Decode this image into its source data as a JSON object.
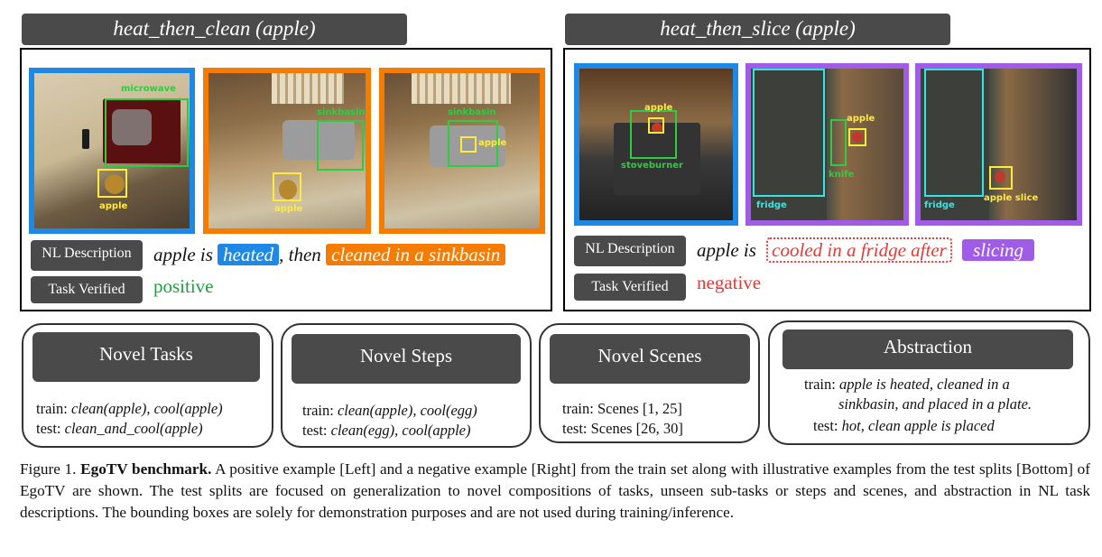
{
  "positive_example": {
    "title": "heat_then_clean (apple)",
    "box_labels": {
      "microwave": "microwave",
      "apple_1": "apple",
      "sinkbasin_1": "sinkbasin",
      "apple_2": "apple",
      "sinkbasin_2": "sinkbasin",
      "apple_3": "apple"
    },
    "nl_description_tag": "NL Description",
    "task_verified_tag": "Task Verified",
    "nl_prefix": "apple is",
    "nl_step1": "heated",
    "nl_connector": ", then",
    "nl_step2": "cleaned in a sinkbasin",
    "verdict": "positive"
  },
  "negative_example": {
    "title": "heat_then_slice (apple)",
    "box_labels": {
      "apple_1": "apple",
      "stoveburner": "stoveburner",
      "fridge_1": "fridge",
      "apple_2": "apple",
      "knife": "knife",
      "fridge_2": "fridge",
      "apple_slice": "apple slice"
    },
    "nl_description_tag": "NL Description",
    "task_verified_tag": "Task Verified",
    "nl_prefix": "apple is",
    "nl_step1": "cooled in a fridge after",
    "nl_step2": "slicing",
    "verdict": "negative"
  },
  "test_splits": [
    {
      "title": "Novel Tasks",
      "train_label": "train:",
      "train_value": "clean(apple), cool(apple)",
      "test_label": "test:",
      "test_value": "clean_and_cool(apple)"
    },
    {
      "title": "Novel Steps",
      "train_label": "train:",
      "train_value": "clean(apple), cool(egg)",
      "test_label": "test:",
      "test_value": "clean(egg), cool(apple)"
    },
    {
      "title": "Novel Scenes",
      "train_label": "train:",
      "train_value": "Scenes [1, 25]",
      "test_label": "test:",
      "test_value": "Scenes [26, 30]"
    },
    {
      "title": "Abstraction",
      "train_label": "train:",
      "train_value_line1": "apple is heated, cleaned in a",
      "train_value_line2": "sinkbasin, and placed in a plate.",
      "test_label": "test:",
      "test_value": "hot, clean apple is placed"
    }
  ],
  "caption": {
    "figure_label": "Figure 1.",
    "bold_title": "EgoTV benchmark.",
    "text": "A positive example [Left] and a negative example [Right] from the train set along with illustrative examples from the test splits [Bottom] of EgoTV are shown.  The test splits are focused on generalization to novel compositions of tasks, unseen sub-tasks or steps and scenes, and abstraction in NL task descriptions. The bounding boxes are solely for demonstration purposes and are not used during training/inference."
  },
  "colors": {
    "blue": "#1e88e5",
    "orange": "#f57c00",
    "purple": "#a05ce6",
    "box_green": "#2ecc40",
    "box_yellow": "#ffeb3b",
    "box_cyan": "#33e6e6",
    "positive_green": "#1e9e3e",
    "negative_red": "#e53935",
    "header_gray": "#4a4a4a"
  }
}
